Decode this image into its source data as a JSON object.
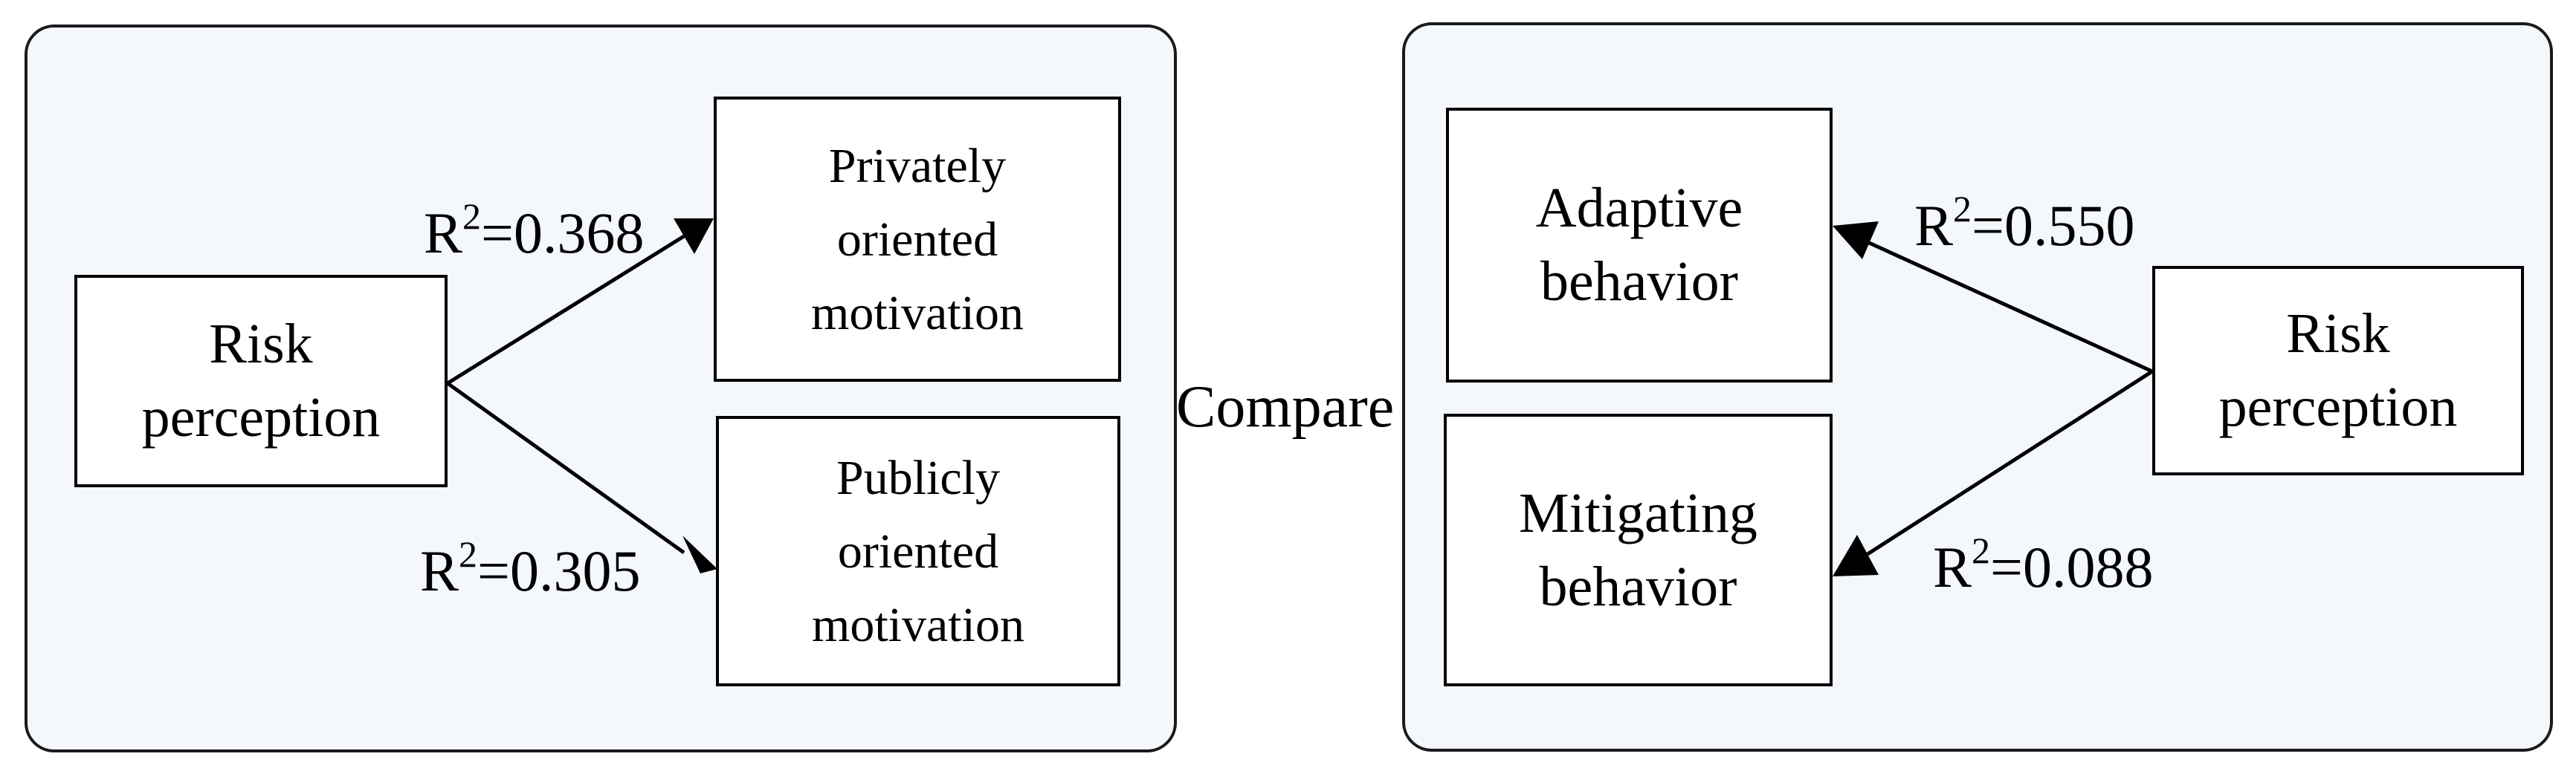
{
  "left_panel": {
    "source": "Risk\nperception",
    "targets": [
      {
        "text": "Privately\noriented\nmotivation",
        "r2_prefix": "R",
        "r2_exp": "2",
        "r2_value": "=0.368"
      },
      {
        "text": "Publicly\noriented\nmotivation",
        "r2_prefix": "R",
        "r2_exp": "2",
        "r2_value": "=0.305"
      }
    ]
  },
  "center": {
    "compare": "Compare"
  },
  "right_panel": {
    "source": "Risk\nperception",
    "targets": [
      {
        "text": "Adaptive\nbehavior",
        "r2_prefix": "R",
        "r2_exp": "2",
        "r2_value": "=0.550"
      },
      {
        "text": "Mitigating\nbehavior",
        "r2_prefix": "R",
        "r2_exp": "2",
        "r2_value": "=0.088"
      }
    ]
  }
}
